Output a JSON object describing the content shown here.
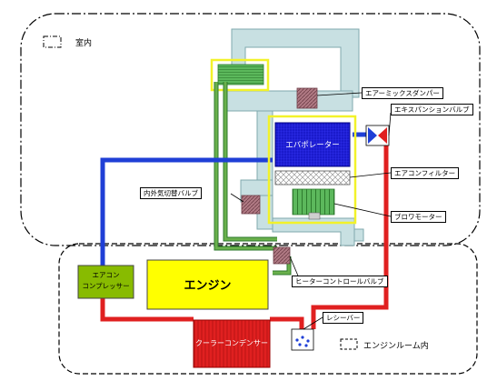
{
  "legend": {
    "indoor": "室内",
    "engine_room": "エンジンルーム内"
  },
  "components": {
    "evaporator": "エバポレーター",
    "engine": "エンジン",
    "compressor": "エアコン\nコンプレッサー",
    "condenser": "クーラーコンデンサー"
  },
  "callouts": {
    "air_mix_damper": "エアーミックスダンパー",
    "expansion_valve": "エキスパンションバルブ",
    "air_filter": "エアコンフィルター",
    "recirc_valve": "内外気切替バルブ",
    "blower_motor": "ブロワモーター",
    "heater_valve": "ヒーターコントロールバルブ",
    "receiver": "レシーバー"
  },
  "colors": {
    "duct": "#c8e0e2",
    "duct_edge": "#7fa9ad",
    "highlight": "#f2f22a",
    "refrigerant_low": "#1f3fd6",
    "refrigerant_high": "#e02020",
    "coolant": "#6ab04c",
    "evaporator": "#1a1acc",
    "engine": "#ffff00",
    "compressor": "#88bb00",
    "condenser": "#e02020",
    "damper": "#b07a84"
  }
}
